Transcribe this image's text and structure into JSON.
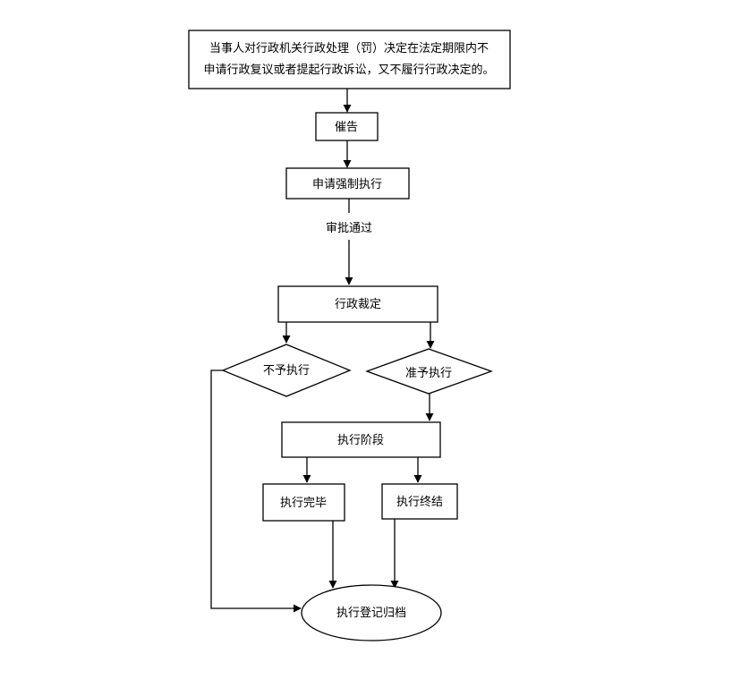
{
  "nodes": {
    "start_line1": "当事人对行政机关行政处理（罚）决定在法定期限内不",
    "start_line2": "申请行政复议或者提起行政诉讼，又不履行行政决定的。",
    "urge": "催告",
    "apply": "申请强制执行",
    "approval_label": "审批通过",
    "ruling": "行政裁定",
    "not_execute": "不予执行",
    "permit_execute": "准予执行",
    "execution_stage": "执行阶段",
    "execution_complete": "执行完毕",
    "execution_terminated": "执行终结",
    "registration": "执行登记归档"
  }
}
